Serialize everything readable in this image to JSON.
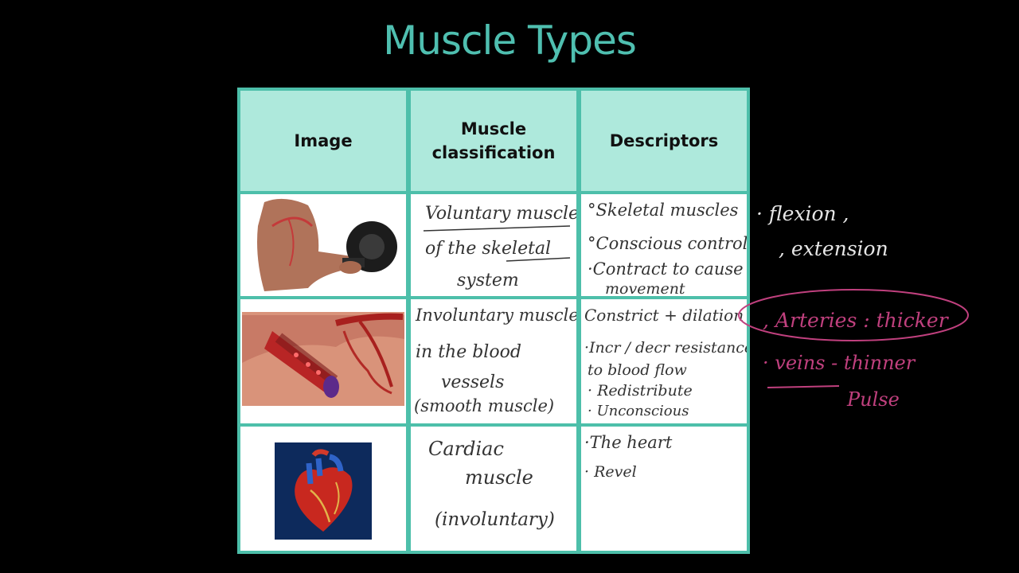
{
  "title": "Muscle Types",
  "headers": {
    "image": "Image",
    "classification_line1": "Muscle",
    "classification_line2": "classification",
    "descriptors": "Descriptors"
  },
  "rows": [
    {
      "image_icon": "arm-dumbbell-image",
      "classification": [
        "Voluntary muscle",
        "of the skeletal",
        "system"
      ],
      "descriptors": [
        "°Skeletal muscles",
        "°Conscious control",
        "·Contract to cause",
        "movement"
      ]
    },
    {
      "image_icon": "blood-vessel-image",
      "classification": [
        "Involuntary muscles",
        "in the blood",
        "vessels",
        "(smooth muscle)"
      ],
      "descriptors": [
        "Constrict + dilation",
        "·Incr / decr resistance",
        "to blood flow",
        "· Redistribute",
        "· Unconscious"
      ]
    },
    {
      "image_icon": "heart-image",
      "classification": [
        "Cardiac",
        "muscle",
        "(involuntary)"
      ],
      "descriptors": [
        "·The heart",
        "· Revel"
      ]
    }
  ],
  "side_notes": {
    "white": [
      "· flexion ,",
      ", extension"
    ],
    "pink": [
      ", Arteries : thicker",
      "· veins - thinner",
      "Pulse"
    ]
  },
  "colors": {
    "title": "#4fbfb0",
    "grid": "#4dbfaa",
    "header_bg": "#aee9dc",
    "pink_ink": "#c0407e"
  }
}
